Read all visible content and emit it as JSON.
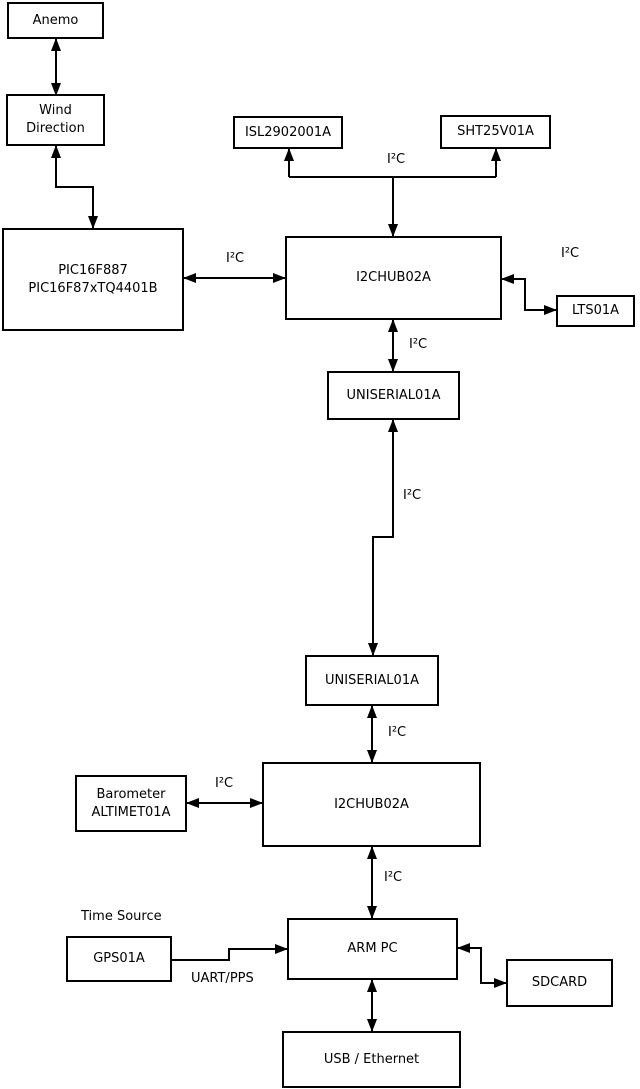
{
  "diagram": {
    "colors": {
      "background": "#ffffff",
      "line": "#000000",
      "box_fill": "#ffffff",
      "text": "#000000"
    },
    "nodes": [
      {
        "id": "anemo",
        "lines": [
          "Anemo"
        ]
      },
      {
        "id": "wind-direction",
        "lines": [
          "Wind",
          "Direction"
        ]
      },
      {
        "id": "pic-mcu",
        "lines": [
          "PIC16F887",
          "PIC16F87xTQ4401B"
        ]
      },
      {
        "id": "isl-sensor",
        "lines": [
          "ISL2902001A"
        ]
      },
      {
        "id": "sht-sensor",
        "lines": [
          "SHT25V01A"
        ]
      },
      {
        "id": "i2c-hub-1",
        "lines": [
          "I2CHUB02A"
        ]
      },
      {
        "id": "lts-sensor",
        "lines": [
          "LTS01A"
        ]
      },
      {
        "id": "uniserial-1",
        "lines": [
          "UNISERIAL01A"
        ]
      },
      {
        "id": "uniserial-2",
        "lines": [
          "UNISERIAL01A"
        ]
      },
      {
        "id": "barometer",
        "lines": [
          "Barometer",
          "ALTIMET01A"
        ]
      },
      {
        "id": "i2c-hub-2",
        "lines": [
          "I2CHUB02A"
        ]
      },
      {
        "id": "gps",
        "lines": [
          "GPS01A"
        ]
      },
      {
        "id": "arm-pc",
        "lines": [
          "ARM PC"
        ]
      },
      {
        "id": "sdcard",
        "lines": [
          "SDCARD"
        ]
      },
      {
        "id": "usb-ethernet",
        "lines": [
          "USB / Ethernet"
        ]
      }
    ],
    "bus_labels": [
      {
        "id": "pic-hub1",
        "text": "I²C"
      },
      {
        "id": "hub1-top-sensors",
        "text": "I²C"
      },
      {
        "id": "hub1-lts",
        "text": "I²C"
      },
      {
        "id": "hub1-uniserial1",
        "text": "I²C"
      },
      {
        "id": "uniserial1-uniserial2",
        "text": "I²C"
      },
      {
        "id": "uniserial2-hub2",
        "text": "I²C"
      },
      {
        "id": "barometer-hub2",
        "text": "I²C"
      },
      {
        "id": "hub2-armpc",
        "text": "I²C"
      },
      {
        "id": "gps-armpc",
        "text": "UART/PPS"
      }
    ],
    "annotations": [
      {
        "id": "time-source",
        "text": "Time Source"
      }
    ]
  }
}
